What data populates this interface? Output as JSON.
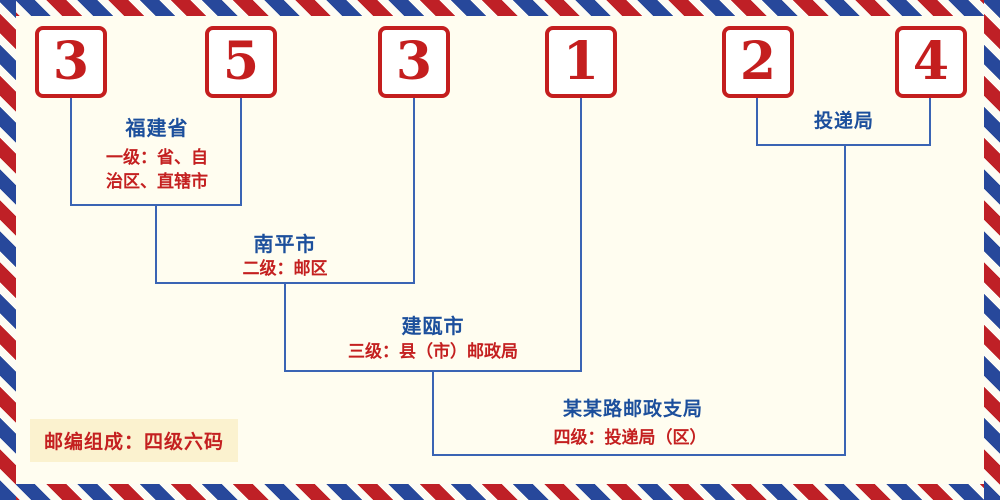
{
  "postal_code": "353124",
  "digits": [
    {
      "value": "3"
    },
    {
      "value": "5"
    },
    {
      "value": "3"
    },
    {
      "value": "1"
    },
    {
      "value": "2"
    },
    {
      "value": "4"
    }
  ],
  "labels": {
    "level1": {
      "name": "福建省",
      "desc_line1": "一级：省、自",
      "desc_line2": "治区、直辖市"
    },
    "level2": {
      "name": "南平市",
      "desc": "二级：邮区"
    },
    "level3": {
      "name": "建瓯市",
      "desc": "三级：县（市）邮政局"
    },
    "level4": {
      "name": "某某路邮政支局",
      "desc": "四级：投递局（区）"
    },
    "delivery": {
      "name": "投递局"
    }
  },
  "footer": {
    "composition": "邮编组成：四级六码"
  },
  "colors": {
    "digit_red": "#c41e1e",
    "desc_red": "#c42020",
    "label_blue": "#1c4f9c",
    "line_blue": "#3a64b4",
    "border_red": "#bf2026",
    "border_blue": "#27489b",
    "background": "#fffdf0",
    "footer_bg": "#fbf2cf"
  }
}
